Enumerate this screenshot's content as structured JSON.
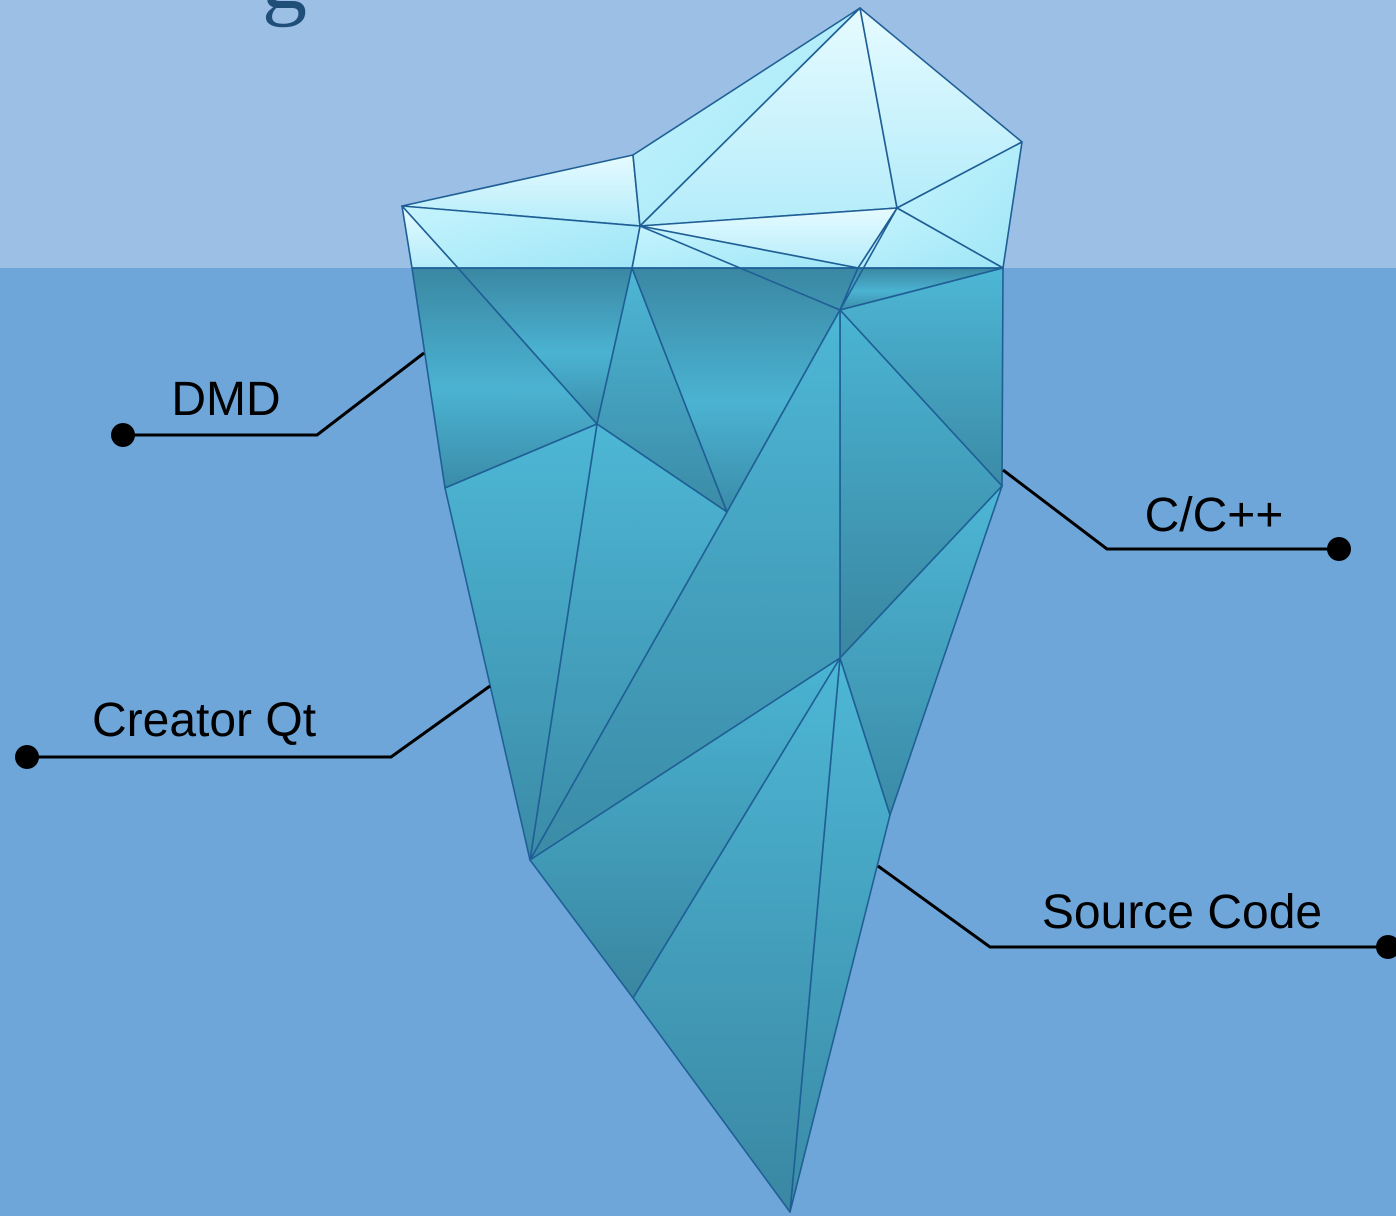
{
  "title_fragment": "g",
  "labels": {
    "dmd": "DMD",
    "cpp": "C/C++",
    "creator_qt": "Creator Qt",
    "source_code": "Source Code"
  },
  "colors": {
    "sky": "#9cbfe5",
    "water": "#6fa6da",
    "facet_stroke": "#1f5f96",
    "leader": "#000000",
    "ice_light": "#e6fbff",
    "ice_mid": "#c0f2fc",
    "under_light": "#4db7d6",
    "under_dark": "#3a87a2",
    "title": "#1f4e79"
  }
}
